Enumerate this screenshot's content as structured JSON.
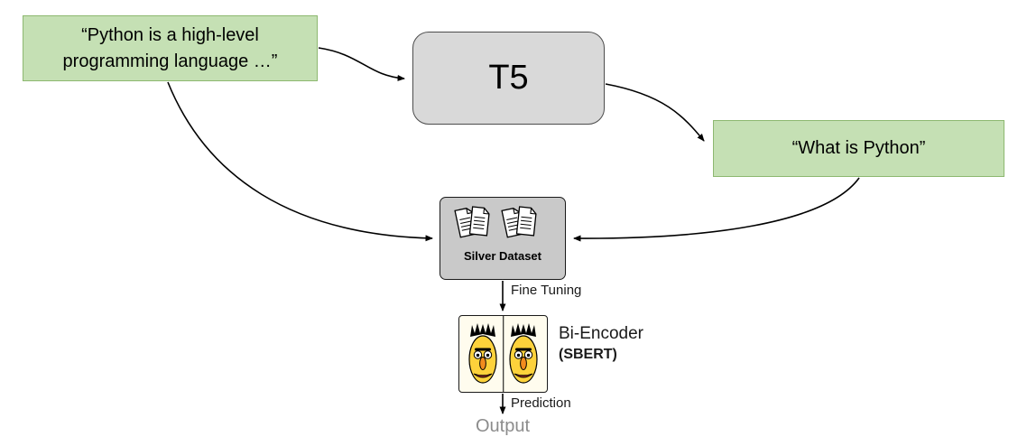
{
  "nodes": {
    "passage": {
      "label": "“Python is a high-level programming language …”"
    },
    "t5": {
      "label": "T5"
    },
    "query": {
      "label": "“What is Python”"
    },
    "silver_dataset": {
      "label": "Silver Dataset"
    },
    "bi_encoder": {
      "label": "Bi-Encoder",
      "sublabel": "(SBERT)"
    }
  },
  "labels": {
    "fine_tuning": "Fine Tuning",
    "prediction": "Prediction",
    "output": "Output"
  },
  "icons": {
    "documents": "documents-icon",
    "bert_left": "bert-face-icon",
    "bert_right": "bert-face-icon"
  },
  "colors": {
    "canvas_bg": "#ffffff",
    "passage_fill": "#c5e0b4",
    "passage_border": "#8db870",
    "model_fill": "#d9d9d9",
    "model_border": "#4d4d4d",
    "dataset_fill": "#c9c9c9",
    "dataset_border": "#1a1a1a",
    "encoder_fill": "#fffcee",
    "encoder_border": "#1a1a1a",
    "arrow_color": "#000000",
    "output_text": "#8c8c8c"
  }
}
